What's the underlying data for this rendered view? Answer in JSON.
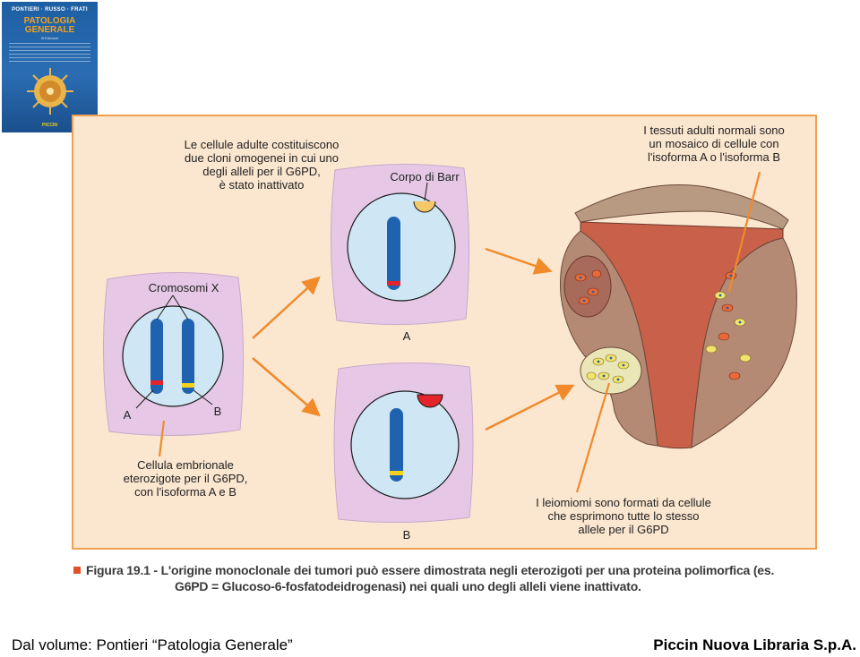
{
  "cover": {
    "authors": "PONTIERI · RUSSO · FRATI",
    "title_line1": "PATOLOGIA",
    "title_line2": "GENERALE",
    "edition": "III Edizione",
    "publisher": "PICCIN"
  },
  "figure": {
    "label_adult_cells": [
      "Le cellule adulte costituiscono",
      "due cloni omogenei in cui uno",
      "degli alleli per il G6PD,",
      "è stato inattivato"
    ],
    "label_normal_tissue": [
      "I tessuti adulti normali sono",
      "un mosaico di cellule con",
      "l'isoforma A o l'isoforma B"
    ],
    "label_barr_body": "Corpo di Barr",
    "label_x_chromosomes": "Cromosomi X",
    "label_allele_a": "A",
    "label_allele_b": "B",
    "label_embryonic_cell": [
      "Cellula embrionale",
      "eterozigote per il G6PD,",
      "con l'isoforma A e B"
    ],
    "label_cell_a": "A",
    "label_cell_b": "B",
    "label_leiomyoma": [
      "I leiomiomi sono formati da cellule",
      "che esprimono tutte lo stesso",
      "allele per il G6PD"
    ]
  },
  "caption": {
    "figure_number": "Figura 19.1 -",
    "line1": "L'origine monoclonale dei tumori può essere dimostrata negli eterozigoti per una proteina polimorfica (es.",
    "line2": "G6PD = Glucoso-6-fosfatodeidrogenasi) nei quali uno degli alleli viene inattivato."
  },
  "footer": {
    "source": "Dal volume: Pontieri “Patologia Generale”",
    "publisher": "Piccin Nuova Libraria S.p.A."
  },
  "colors": {
    "panel_bg": "#fbe6cf",
    "panel_border": "#f0a04e",
    "cell_bg": "#e6c8e6",
    "nucleus": "#cfe6f5",
    "chromosome": "#1f63b0",
    "allele_a": "#e3242b",
    "allele_b": "#f2d21a",
    "arrow": "#f08a2a"
  }
}
